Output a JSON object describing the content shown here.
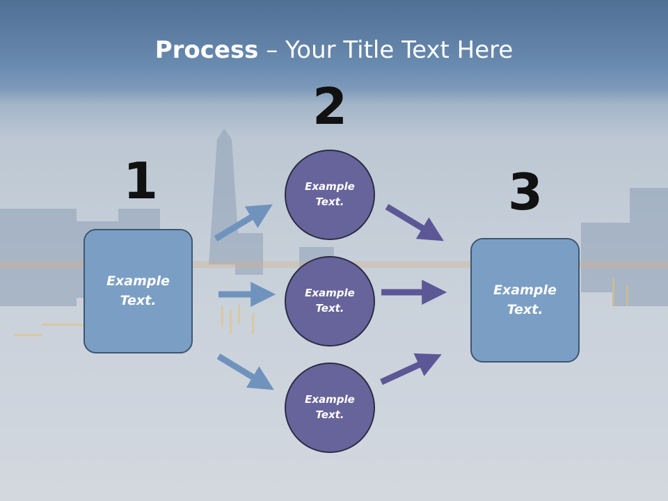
{
  "slide": {
    "title_bold": "Process",
    "title_rest": " – Your Title Text Here"
  },
  "steps": {
    "one": {
      "number": "1",
      "label_line1": "Example",
      "label_line2": "Text."
    },
    "two": {
      "number": "2"
    },
    "three": {
      "number": "3",
      "label_line1": "Example",
      "label_line2": "Text."
    }
  },
  "circles": [
    {
      "label_line1": "Example",
      "label_line2": "Text."
    },
    {
      "label_line1": "Example",
      "label_line2": "Text."
    },
    {
      "label_line1": "Example",
      "label_line2": "Text."
    }
  ],
  "colors": {
    "box_fill": "#7b9ec4",
    "circle_fill": "#67649b",
    "left_arrows": "#6f93bd",
    "right_arrows": "#5c5896"
  }
}
